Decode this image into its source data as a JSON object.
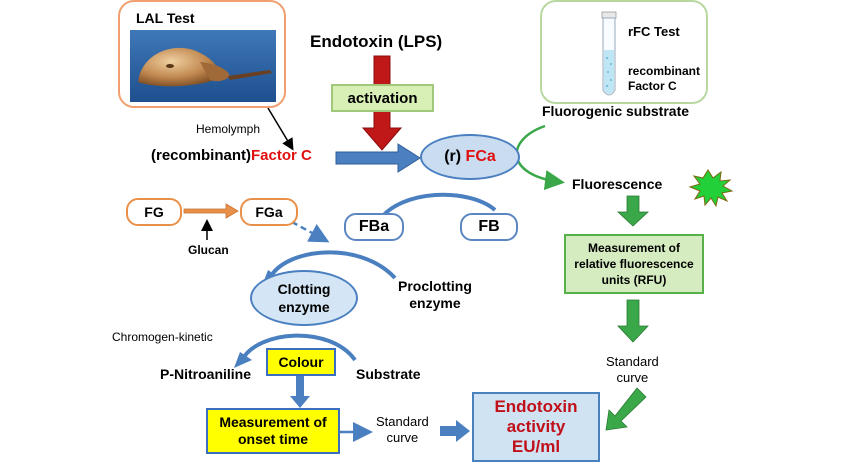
{
  "lal": {
    "title": "LAL Test",
    "hemolymph": "Hemolymph"
  },
  "rfc": {
    "title": "rFC Test",
    "line1": "recombinant",
    "line2": "Factor C"
  },
  "endotoxin": {
    "label": "Endotoxin (LPS)",
    "activation": "activation"
  },
  "factor_c": {
    "prefix": "(recombinant)",
    "name": "Factor C"
  },
  "fca": {
    "prefix": "(r)",
    "name": "FCa"
  },
  "fluorogenic": "Fluorogenic substrate",
  "fluorescence": "Fluorescence",
  "fg": {
    "fg": "FG",
    "fga": "FGa",
    "glucan": "Glucan"
  },
  "fba": "FBa",
  "fb": "FB",
  "clotting": {
    "line1": "Clotting",
    "line2": "enzyme"
  },
  "proclotting": {
    "line1": "Proclotting",
    "line2": "enzyme"
  },
  "rfu_box": {
    "line1": "Measurement of",
    "line2": "relative fluorescence",
    "line3": "units (RFU)"
  },
  "chromogen": "Chromogen-kinetic",
  "pna": "P-Nitroaniline",
  "colour": "Colour",
  "substrate": "Substrate",
  "onset_box": {
    "line1": "Measurement of",
    "line2": "onset time"
  },
  "standard_curve_left": {
    "line1": "Standard",
    "line2": "curve"
  },
  "standard_curve_right": {
    "line1": "Standard",
    "line2": "curve"
  },
  "result": {
    "line1": "Endotoxin",
    "line2": "activity",
    "line3": "EU/ml"
  },
  "colors": {
    "blue_arrow": "#4a7fc0",
    "red_arrow": "#c01818",
    "green": "#3aa848",
    "orange": "#e8904a"
  }
}
